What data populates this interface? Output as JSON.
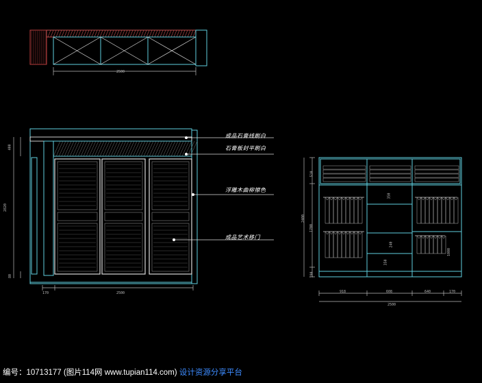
{
  "elevation_labels": {
    "label1": "成品石膏线刷白",
    "label2": "石膏板封平刷白",
    "label3": "浮雕木曲柳擦色",
    "label4": "成品艺术移门"
  },
  "dimensions": {
    "top_plan_width": "2500",
    "front_total_height": "2820",
    "front_top_height": "400",
    "front_bottom_height": "80",
    "front_width": "2500",
    "front_width_small": "170",
    "side_total_height": "2400",
    "side_top_height": "510",
    "side_middle_height": "1700",
    "side_bottom_height": "190",
    "side_total_width": "2500",
    "side_seg1": "918",
    "side_seg2": "608",
    "side_seg3": "640",
    "side_seg4": "170",
    "inner_dim1": "350",
    "inner_dim2": "240",
    "inner_dim3": "350",
    "inner_dim4": "1000"
  },
  "footer": {
    "id_text": "编号：10713177 (图片114网 www.tupian114.com)",
    "site_text": "设计资源分享平台"
  },
  "colors": {
    "background": "#000000",
    "outline": "#5fd0e0",
    "dimension": "#bbbbbb",
    "text": "#ffffff",
    "hatch": "#c05050",
    "footer_link": "#3d8bff"
  }
}
